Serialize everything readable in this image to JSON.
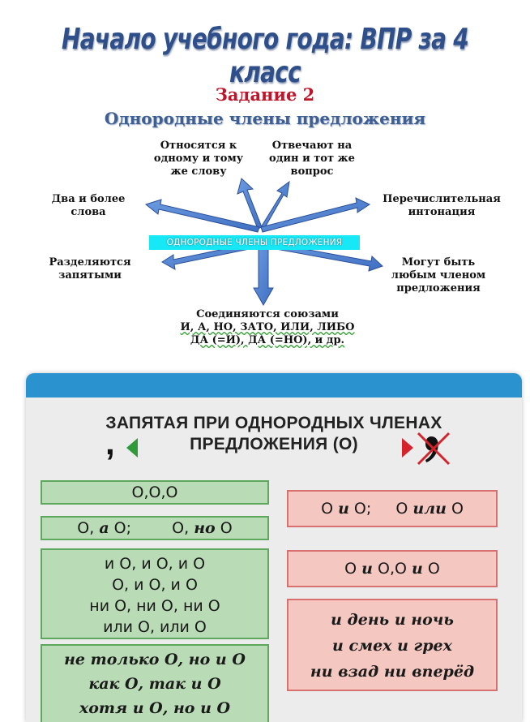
{
  "header": {
    "title": "Начало учебного года: ВПР за 4 класс",
    "task": "Задание 2",
    "topic": "Однородные члены предложения"
  },
  "diagram": {
    "center": "ОДНОРОДНЫЕ ЧЛЕНЫ ПРЕДЛОЖЕНИЯ",
    "one_word": [
      "Относятся к",
      "одному и тому",
      "же слову"
    ],
    "one_question": [
      "Отвечают на",
      "один и тот же",
      "вопрос"
    ],
    "two_more": [
      "Два и более",
      "слова"
    ],
    "intonation": [
      "Перечислительная",
      "интонация"
    ],
    "commas": [
      "Разделяются",
      "запятыми"
    ],
    "any_member": [
      "Могут быть",
      "любым членом",
      "предложения"
    ],
    "conj": [
      "Соединяются союзами",
      "И, А, НО,  ЗАТО, ИЛИ, ЛИБО",
      "ДА (=И), ДА (=НО), и др."
    ]
  },
  "panel": {
    "title_line1": "ЗАПЯТАЯ ПРИ ОДНОРОДНЫХ ЧЛЕНАХ",
    "title_line2": "ПРЕДЛОЖЕНИЯ (О)",
    "comma_glyph": ",",
    "colors": {
      "header_blue": "#2b92d0",
      "green_fill": "#b9dcb6",
      "pink_fill": "#f4c8c0",
      "cross_red": "#d4232a",
      "green_arrow": "#2f9a3a"
    },
    "green_boxes": {
      "b1": "О,О,О",
      "b2_a": "О, ",
      "b2_conj1": "а",
      "b2_b": " О;",
      "b2_c": "О, ",
      "b2_conj2": "но",
      "b2_d": " О",
      "b3": [
        "и О, и О, и О",
        "О, и О, и О",
        "ни О, ни О, ни О",
        "или О, или О"
      ],
      "b4": [
        "не только О,  но и О",
        "как О, так и О",
        "хотя и О, но и О"
      ]
    },
    "pink_boxes": {
      "p1": [
        "О ",
        "и",
        " О;",
        "О ",
        "или",
        " О"
      ],
      "p2": [
        "О ",
        "и",
        " О,О ",
        "и",
        " О"
      ],
      "p3": [
        "и день и ночь",
        "и смех и грех",
        "ни взад ни вперёд"
      ]
    }
  }
}
